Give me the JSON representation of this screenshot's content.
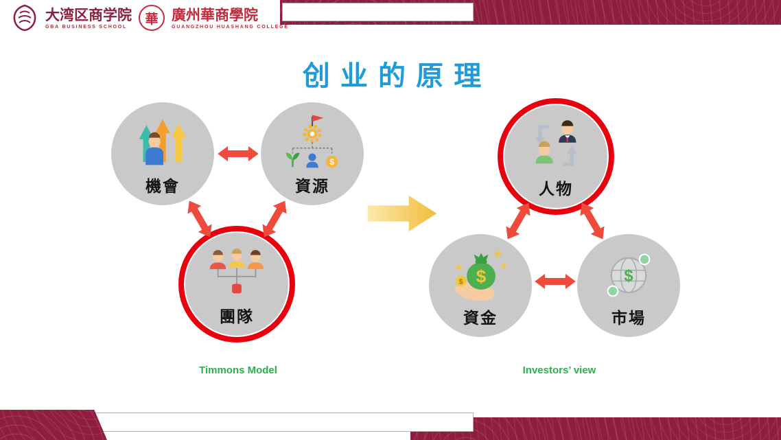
{
  "header": {
    "logo1": {
      "name": "大湾区商学院",
      "subtitle": "GBA BUSINESS SCHOOL"
    },
    "logo2": {
      "emblem": "華",
      "name": "廣州華商學院",
      "subtitle": "GUANGZHOU HUASHANG COLLEGE"
    }
  },
  "title": "创 业 的 原 理",
  "left_diagram": {
    "caption": "Timmons Model",
    "nodes": {
      "opportunity": {
        "label": "機會"
      },
      "resources": {
        "label": "資源"
      },
      "team": {
        "label": "團隊"
      }
    }
  },
  "right_diagram": {
    "caption": "Investors’ view",
    "nodes": {
      "people": {
        "label": "人物"
      },
      "capital": {
        "label": "資金"
      },
      "market": {
        "label": "市場"
      }
    }
  },
  "glyphs": {
    "dollar": "$"
  },
  "colors": {
    "maroon": "#8E1D3E",
    "title_blue": "#1F9BD7",
    "node_gray": "#C9C9C9",
    "highlight_red": "#E8000D",
    "arrow_red": "#EF4B3C",
    "caption_green": "#2BB14C",
    "gold_light": "#FBE9AC",
    "gold_dark": "#F2BC3B"
  }
}
